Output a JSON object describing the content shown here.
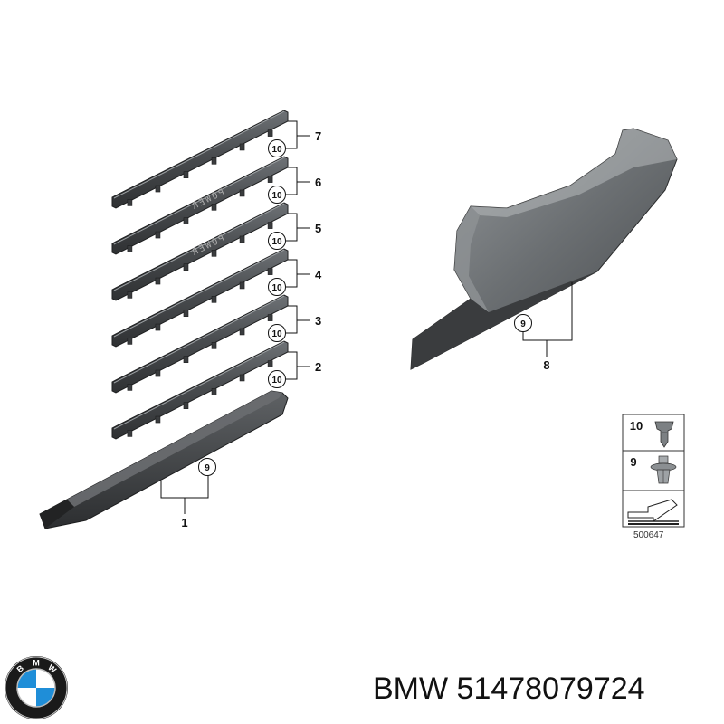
{
  "colors": {
    "part_dark": "#3c3e40",
    "part_mid": "#5c5f62",
    "part_light": "#8d9194",
    "line": "#111111",
    "logo_blue": "#1f8ed8",
    "logo_ring": "#1a1a1a"
  },
  "parts": [
    {
      "id": "7",
      "circle_label": "10",
      "sill_text": ""
    },
    {
      "id": "6",
      "circle_label": "10",
      "sill_text": "POWER"
    },
    {
      "id": "5",
      "circle_label": "10",
      "sill_text": "POWER"
    },
    {
      "id": "4",
      "circle_label": "10",
      "sill_text": ""
    },
    {
      "id": "3",
      "circle_label": "10",
      "sill_text": ""
    },
    {
      "id": "2",
      "circle_label": "10",
      "sill_text": ""
    }
  ],
  "cover_left": {
    "id": "1",
    "circle_label": "9"
  },
  "cover_right": {
    "id": "8",
    "circle_label": "9"
  },
  "legend": {
    "items": [
      {
        "label": "10",
        "icon": "clip-icon"
      },
      {
        "label": "9",
        "icon": "expansion-rivet-icon"
      }
    ],
    "direction_icon": "direction-arrow-icon",
    "ref_code": "500647"
  },
  "brand": {
    "logo_letters": "BMW",
    "logo_icon": "bmw-roundel-icon"
  },
  "caption": {
    "brand": "BMW",
    "part_number": "51478079724"
  }
}
